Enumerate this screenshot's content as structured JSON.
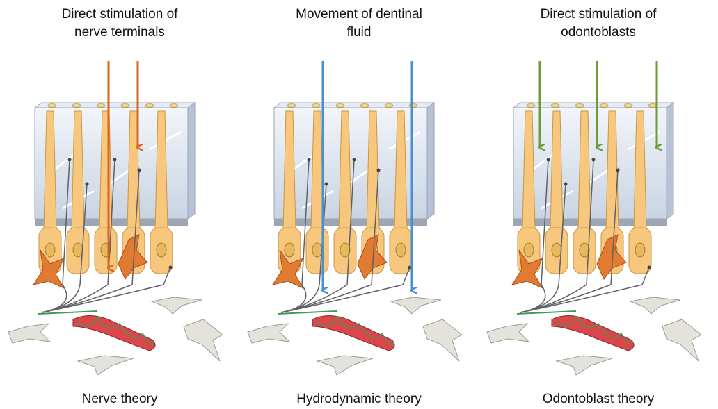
{
  "panels": [
    {
      "id": "nerve",
      "top_label": "Direct stimulation of\nnerve terminals",
      "bottom_label": "Nerve theory",
      "arrow_color": "#d9661f"
    },
    {
      "id": "hydrodynamic",
      "top_label": "Movement of dentinal\nfluid",
      "bottom_label": "Hydrodynamic theory",
      "arrow_color": "#4a8fce"
    },
    {
      "id": "odontoblast",
      "top_label": "Direct stimulation of\nodontoblasts",
      "bottom_label": "Odontoblast theory",
      "arrow_color": "#6f9a3a"
    }
  ],
  "colors": {
    "dentin_front": "#c9d4e3",
    "dentin_top": "#e6ecf4",
    "odontoblast": "#f6c77d",
    "odontoblast_outline": "#c9963f",
    "nucleus": "#e8b85c",
    "stellate_cell": "#e27b32",
    "fibroblast": "#e4e2dc",
    "blood_vessel": "#d9474b",
    "nerve_fiber": "#5f6068",
    "nerve_green": "#3f9a52"
  }
}
